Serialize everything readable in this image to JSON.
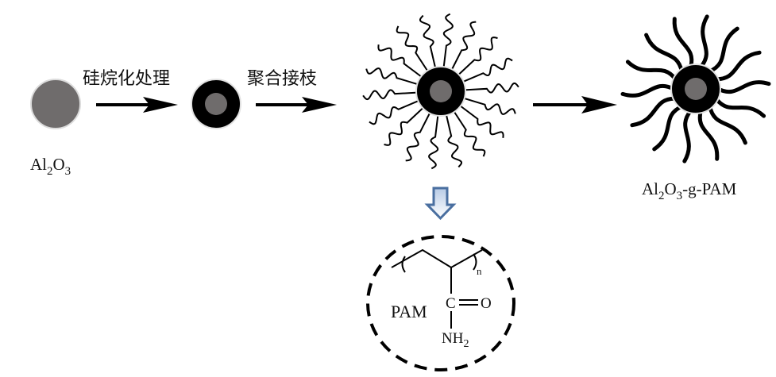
{
  "steps": {
    "step1_label": "硅烷化处理",
    "step2_label": "聚合接枝"
  },
  "labels": {
    "start": {
      "main1": "Al",
      "sub1": "2",
      "main2": "O",
      "sub2": "3"
    },
    "end": {
      "main1": "Al",
      "sub1": "2",
      "main2": "O",
      "sub2": "3",
      "suffix": "-g-PAM"
    }
  },
  "pam_structure": {
    "name": "PAM",
    "repeat_subscript": "n",
    "carbon": "C",
    "oxygen": "O",
    "amine_main": "NH",
    "amine_sub": "2"
  },
  "colors": {
    "core": "#6f6c6c",
    "shell": "#000000",
    "arrow_down_fill": "#4a6fa0",
    "arrow_down_light": "#dfe8f5"
  }
}
